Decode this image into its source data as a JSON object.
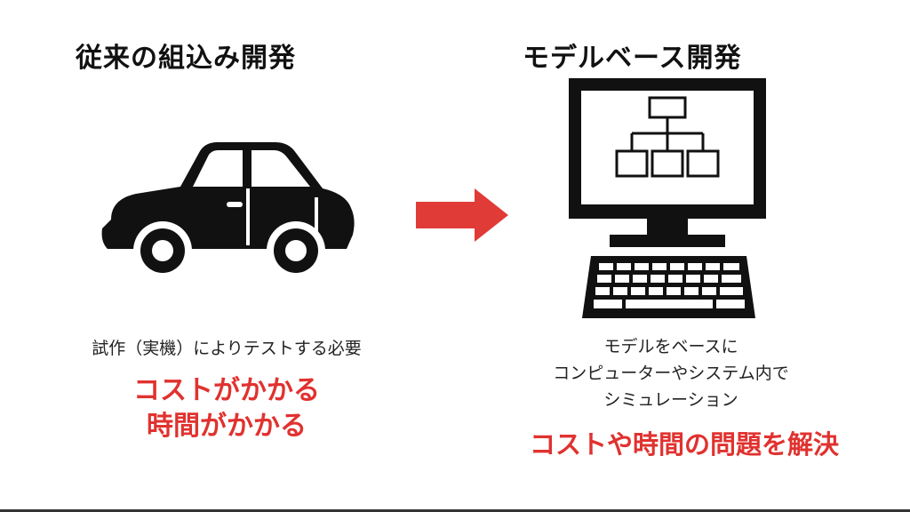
{
  "left": {
    "title": "従来の組込み開発",
    "description": "試作（実機）によりテストする必要",
    "problems": [
      "コストがかかる",
      "時間がかかる"
    ],
    "icon": "car-icon"
  },
  "arrow": {
    "icon": "arrow-right-icon",
    "color": "#e03b36"
  },
  "right": {
    "title": "モデルベース開発",
    "description_lines": [
      "モデルをベースに",
      "コンピューターやシステム内で",
      "シミュレーション"
    ],
    "solution": "コストや時間の問題を解決",
    "icon": "computer-icon"
  },
  "colors": {
    "accent": "#e0322f",
    "text": "#111111",
    "background": "#ffffff"
  }
}
